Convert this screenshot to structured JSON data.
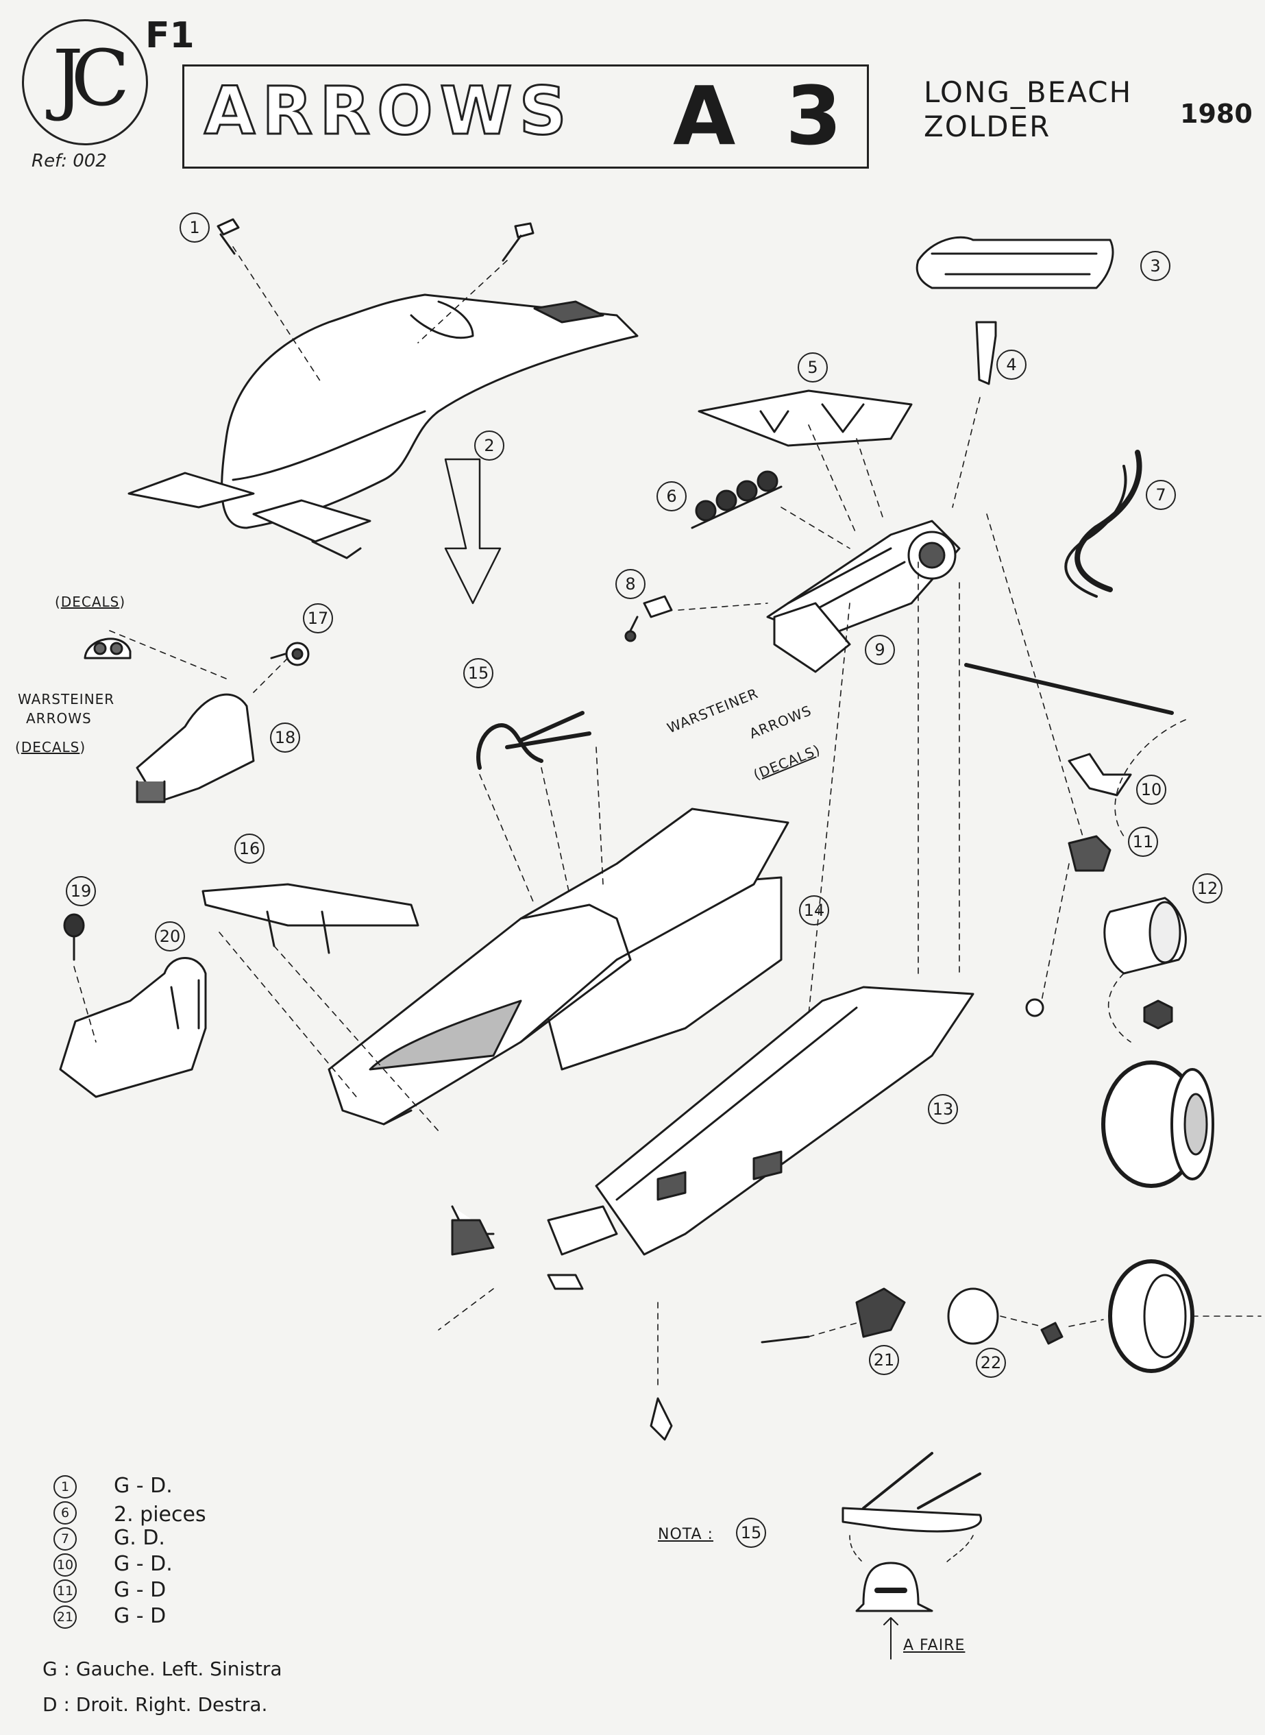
{
  "header": {
    "logo": "JC",
    "category": "F1",
    "model": "ARROWS",
    "variant": "A 3",
    "ref": "Ref: 002",
    "races": [
      "LONG_BEACH",
      "ZOLDER"
    ],
    "year": "1980"
  },
  "callouts": [
    "1",
    "2",
    "3",
    "4",
    "5",
    "6",
    "7",
    "8",
    "9",
    "10",
    "11",
    "12",
    "13",
    "14",
    "15",
    "16",
    "17",
    "18",
    "19",
    "20",
    "21",
    "22"
  ],
  "decal_labels": {
    "decals": "DECALS",
    "warsteiner": "WARSTEINER",
    "arrows": "ARROWS"
  },
  "legend": {
    "items": [
      {
        "num": "1",
        "text": "G - D."
      },
      {
        "num": "6",
        "text": "2. pieces"
      },
      {
        "num": "7",
        "text": "G. D."
      },
      {
        "num": "10",
        "text": "G - D."
      },
      {
        "num": "11",
        "text": "G - D"
      },
      {
        "num": "21",
        "text": "G - D"
      }
    ],
    "key_g": "G : Gauche. Left. Sinistra",
    "key_d": "D : Droit. Right. Destra."
  },
  "nota": {
    "label": "NOTA :",
    "num": "15",
    "action": "A FAIRE"
  }
}
